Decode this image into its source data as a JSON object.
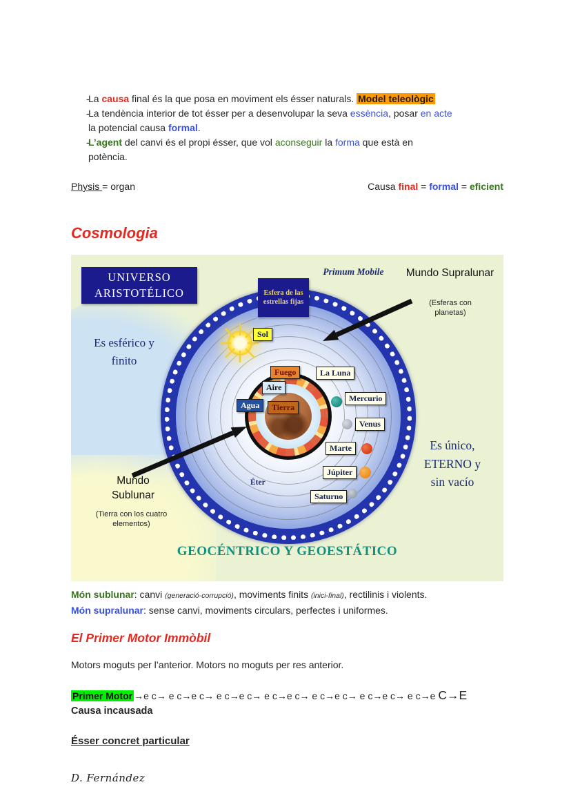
{
  "colors": {
    "red": "#e22a20",
    "blue": "#3a50d8",
    "green": "#38761d",
    "navy": "#1b2a70",
    "teal": "#148f7b",
    "highlight_orange": "#ff9900",
    "highlight_green": "#00ee00"
  },
  "bullets": {
    "b1": {
      "t1": "La ",
      "t2": "causa",
      "t3": " final és la que posa en moviment els ésser naturals. ",
      "t4": "Model teleològic"
    },
    "b2": {
      "t1": "La tendència interior de tot ésser per a desenvolupar la seva ",
      "t2": "essència",
      "t3": ", posar ",
      "t4": "en acte",
      "t5": "la potencial causa ",
      "t6": "formal",
      "t7": "."
    },
    "b3": {
      "t1": "L’agent",
      "t2": " del canvi és el propi ésser, que vol ",
      "t3": "aconseguir",
      "t4": " la ",
      "t5": "forma",
      "t6": " que està en",
      "t7": "potència."
    }
  },
  "physis_row": {
    "left_underlined": "Physis ",
    "left_rest": "= organ",
    "r1": "Causa ",
    "r2": "final",
    "r3": " = ",
    "r4": "formal",
    "r5": " = ",
    "r6": "eficient"
  },
  "cosmologia_heading": "Cosmologia",
  "diagram": {
    "universo_box": "UNIVERSO ARISTOTÉLICO",
    "esfera_box": "Esfera de las estrellas fijas",
    "primum_mobile": "Primum Mobile",
    "mundo_supralunar": "Mundo Supralunar",
    "supralunar_sub": "(Esferas con planetas)",
    "es_esferico": "Es esférico y finito",
    "sol": "Sol",
    "fuego": "Fuego",
    "aire": "Aire",
    "agua": "Agua",
    "tierra": "Tierra",
    "la_luna": "La Luna",
    "mercurio": "Mercurio",
    "venus": "Venus",
    "marte": "Marte",
    "jupiter": "Júpiter",
    "saturno": "Saturno",
    "eter": "Éter",
    "es_unico": "Es único, ETERNO y sin vacío",
    "mundo_sublunar": "Mundo Sublunar",
    "sublunar_sub": "(Tierra con los cuatro elementos)",
    "caption": "GEOCÉNTRICO Y GEOESTÁTICO"
  },
  "mon_lines": {
    "l1": {
      "t1": "Món sublunar",
      "t2": ": canvi ",
      "t3": "(generació-corrupció)",
      "t4": ", moviments finits ",
      "t5": "(inici-final)",
      "t6": ", rectilinis i violents."
    },
    "l2": {
      "t1": "Món supralunar",
      "t2": ": sense canvi, moviments circulars, perfectes i uniformes."
    }
  },
  "primer_motor": {
    "heading": "El Primer Motor Immòbil",
    "body": "Motors moguts per l’anterior. Motors no moguts per res anterior.",
    "highlight": "Primer Motor",
    "chain": "→e c→ e c→e c→ e c→e c→ e c→e c→ e c→e c→ e c→e c→ e c→e",
    "chain_end": "C→E",
    "causa_line": "Causa incausada"
  },
  "esser_heading": "Ésser concret particular",
  "footer_author": "D. Fernández"
}
